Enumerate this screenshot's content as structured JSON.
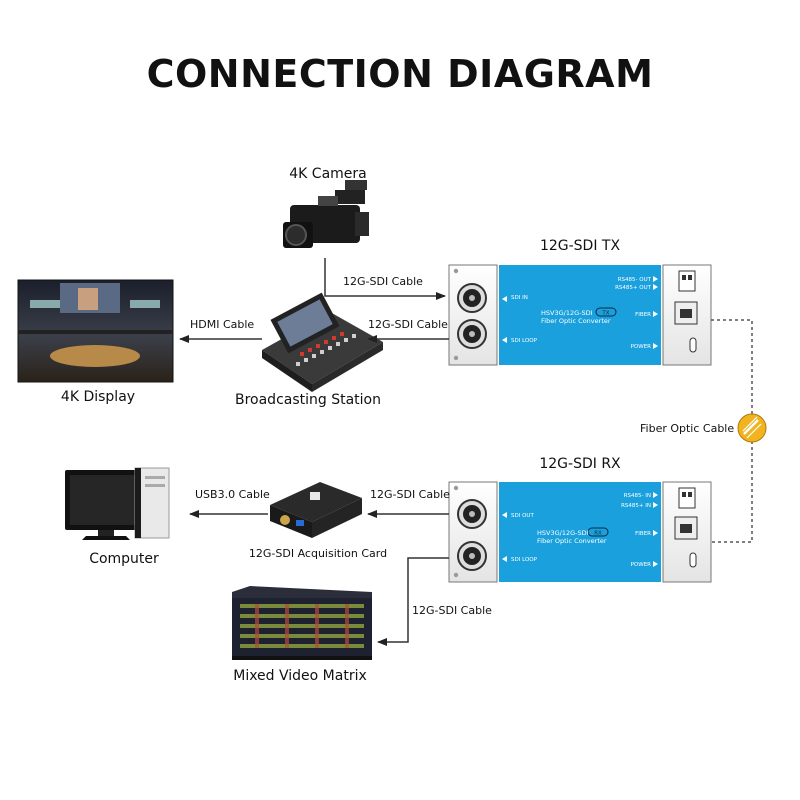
{
  "title": "CONNECTION DIAGRAM",
  "devices": {
    "camera": "4K Camera",
    "display": "4K Display",
    "station": "Broadcasting Station",
    "computer": "Computer",
    "acq_card": "12G-SDI Acquisition Card",
    "matrix": "Mixed Video Matrix",
    "tx": "12G-SDI TX",
    "rx": "12G-SDI RX"
  },
  "cables": {
    "cam_to_tx": "12G-SDI Cable",
    "tx_to_station": "12G-SDI Cable",
    "station_to_display": "HDMI Cable",
    "fiber": "Fiber Optic Cable",
    "rx_to_card": "12G-SDI Cable",
    "card_to_computer": "USB3.0 Cable",
    "rx_to_matrix": "12G-SDI Cable"
  },
  "tx_panel": {
    "sdi_in": "SDI IN",
    "sdi_loop": "SDI LOOP",
    "rs485_out": "RS485- OUT",
    "rs485_plus_out": "RS485+ OUT",
    "fiber": "FIBER",
    "power": "POWER",
    "model": "HSV3G/12G-SDI",
    "subtitle": "Fiber Optic Converter",
    "badge": "TX"
  },
  "rx_panel": {
    "sdi_out": "SDI OUT",
    "sdi_loop": "SDI LOOP",
    "rs485_in": "RS485- IN",
    "rs485_plus_in": "RS485+ IN",
    "fiber": "FIBER",
    "power": "POWER",
    "model": "HSV3G/12G-SDI",
    "subtitle": "Fiber Optic Converter",
    "badge": "RX"
  },
  "colors": {
    "panel_blue": "#1aa0dd",
    "fiber_link": "#f2b321",
    "line": "#333333"
  }
}
